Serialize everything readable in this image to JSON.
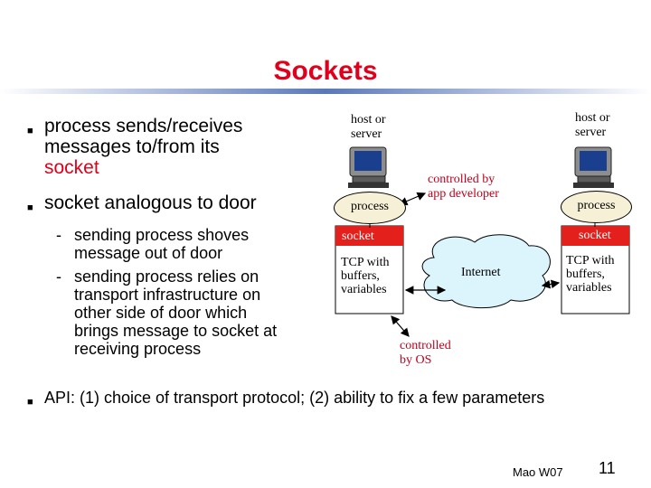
{
  "title": "Sockets",
  "bullets": [
    {
      "text_line1": "process sends/receives",
      "text_line2": "messages to/from its",
      "text_line3": "socket"
    },
    {
      "text": "socket analogous to door"
    }
  ],
  "sub_bullets": [
    {
      "lines": [
        "sending process shoves",
        "message out of door"
      ]
    },
    {
      "lines": [
        "sending process relies on",
        "transport infrastructure on",
        "other side of door which",
        "brings message to socket at",
        "receiving process"
      ]
    }
  ],
  "api_bullet": "API: (1) choice of transport protocol; (2) ability to fix a few parameters",
  "diagram": {
    "left_host_label": [
      "host or",
      "server"
    ],
    "right_host_label": [
      "host or",
      "server"
    ],
    "left_process": "process",
    "right_process": "process",
    "left_socket": "socket",
    "right_socket": "socket",
    "left_tcp": [
      "TCP with",
      "buffers,",
      "variables"
    ],
    "right_tcp": [
      "TCP with",
      "buffers,",
      "variables"
    ],
    "internet": "Internet",
    "controlled_by_app": [
      "controlled by",
      "app developer"
    ],
    "controlled_by_os": [
      "controlled",
      "by OS"
    ]
  },
  "footer": {
    "author": "Mao W07",
    "page": "11"
  },
  "colors": {
    "accent_red": "#e0001b",
    "socket_red": "#c0001a",
    "cloud": "#dcf4fb",
    "ellipse": "#f6f0d6"
  }
}
